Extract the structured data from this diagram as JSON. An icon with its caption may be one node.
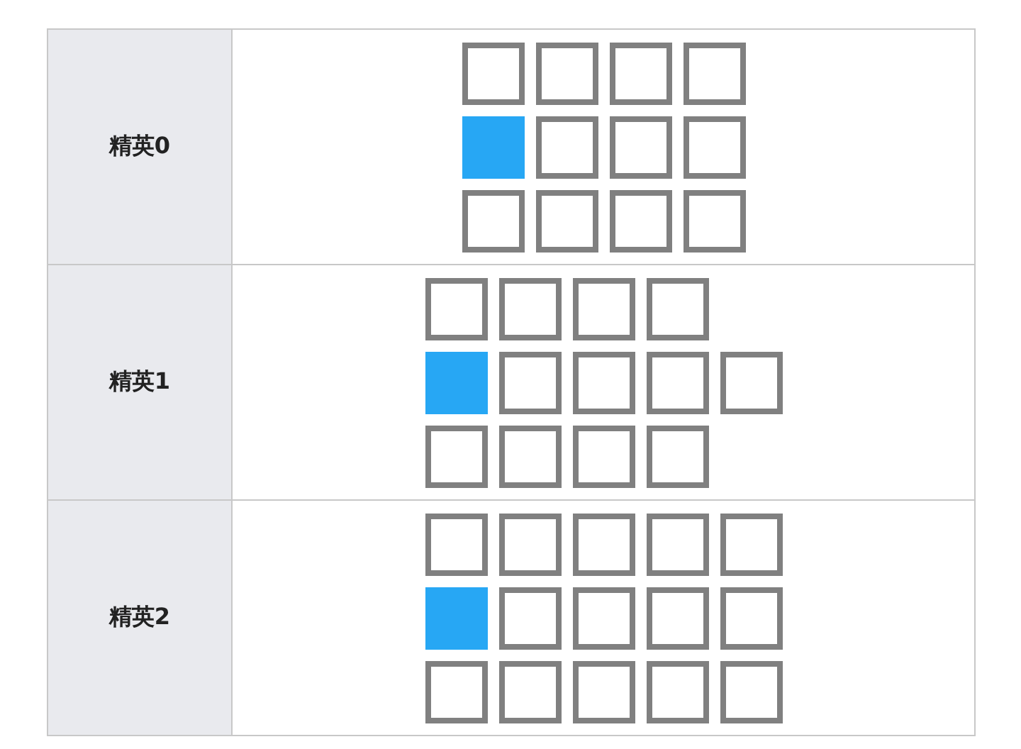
{
  "diagram": {
    "labels": [
      "精英0",
      "精英1",
      "精英2"
    ]
  }
}
